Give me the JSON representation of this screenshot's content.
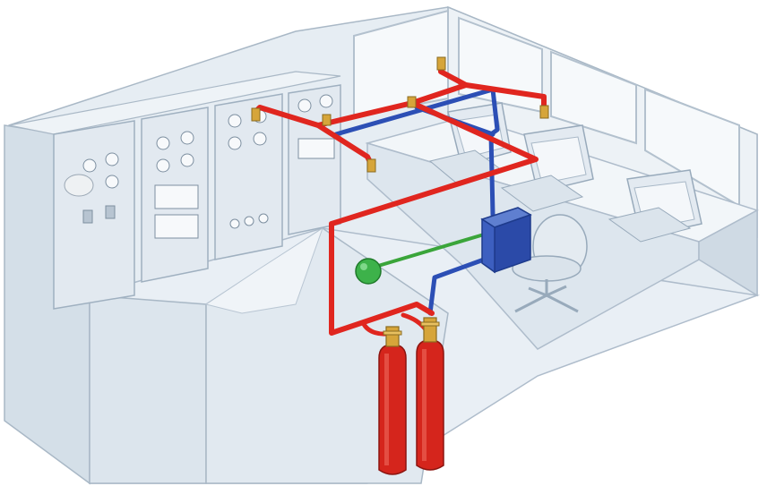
{
  "diagram": {
    "subject": "",
    "colors": {
      "room_wall": "#dde6ee",
      "room_wall_dark": "#c7d3de",
      "room_floor": "#e8eef4",
      "outline": "#9fb0c0",
      "console": "#e3eaf1",
      "window_glass": "#f3f7fa",
      "discharge_pipe": "#e0261f",
      "detection_line": "#2c4fb5",
      "control_line": "#3aa53a",
      "control_panel": "#3355b8",
      "alarm_bell": "#3db24a",
      "cylinder": "#d5251c",
      "valve": "#d6a53a"
    },
    "components": [
      {
        "id": "gas-cylinder",
        "count": 2,
        "icon": "cylinder-icon"
      },
      {
        "id": "cylinder-valve",
        "count": 2,
        "icon": "valve-icon"
      },
      {
        "id": "discharge-nozzle",
        "count": 6,
        "icon": "nozzle-icon"
      },
      {
        "id": "control-panel",
        "count": 1,
        "icon": "control-box-icon"
      },
      {
        "id": "alarm-bell",
        "count": 1,
        "icon": "bell-icon"
      },
      {
        "id": "equipment-cabinet",
        "count": 4,
        "icon": "cabinet-icon"
      },
      {
        "id": "computer-terminal",
        "count": 3,
        "icon": "monitor-icon"
      },
      {
        "id": "office-chair",
        "count": 1,
        "icon": "chair-icon"
      }
    ]
  }
}
